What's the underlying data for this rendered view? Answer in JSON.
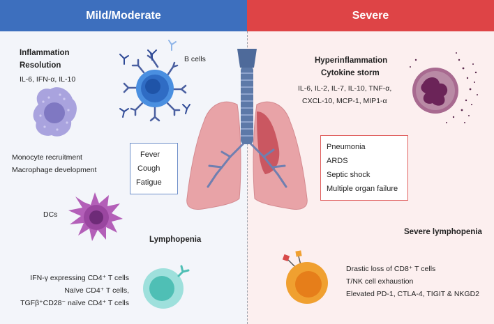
{
  "headers": {
    "left": "Mild/Moderate",
    "right": "Severe"
  },
  "left_panel": {
    "inflammation": "Inflammation",
    "resolution": "Resolution",
    "cytokines": "IL-6, IFN-α, IL-10",
    "b_cells": "B cells",
    "monocyte_recruitment": "Monocyte recruitment",
    "macrophage_development": "Macrophage development",
    "dcs": "DCs",
    "lymphopenia": "Lymphopenia",
    "tcell_lines": [
      "IFN-γ expressing CD4⁺ T cells",
      "Naïve CD4⁺ T cells,",
      "TGFβ⁺CD28⁻ naïve CD4⁺ T cells"
    ],
    "symptoms": [
      "Fever",
      "Cough",
      "Fatigue"
    ]
  },
  "right_panel": {
    "hyperinflammation": "Hyperinflammation",
    "cytokine_storm": "Cytokine storm",
    "cytokines_line1": "IL-6, IL-2, IL-7, IL-10, TNF-α,",
    "cytokines_line2": "CXCL-10,  MCP-1, MIP1-α",
    "complications": [
      "Pneumonia",
      "ARDS",
      "Septic shock",
      "Multiple organ failure"
    ],
    "severe_lymphopenia": "Severe lymphopenia",
    "tcell_lines": [
      "Drastic loss of CD8⁺ T cells",
      "T/NK cell exhaustion",
      "Elevated PD-1, CTLA-4, TIGIT & NKGD2"
    ]
  },
  "colors": {
    "left_header": "#3d6fbe",
    "right_header": "#de4446",
    "left_bg": "#f3f5fa",
    "right_bg": "#fcefef",
    "lung": "#e8a3a7",
    "trachea": "#5d79a8",
    "b_cell": "#4a8fe0",
    "macrophage": "#a9a3de",
    "dendritic_cell": "#b35fb8",
    "naive_t_cell": "#9ee0dc",
    "neutrophil": "#8c3f7a",
    "cd8_t_cell": "#f0a030"
  }
}
